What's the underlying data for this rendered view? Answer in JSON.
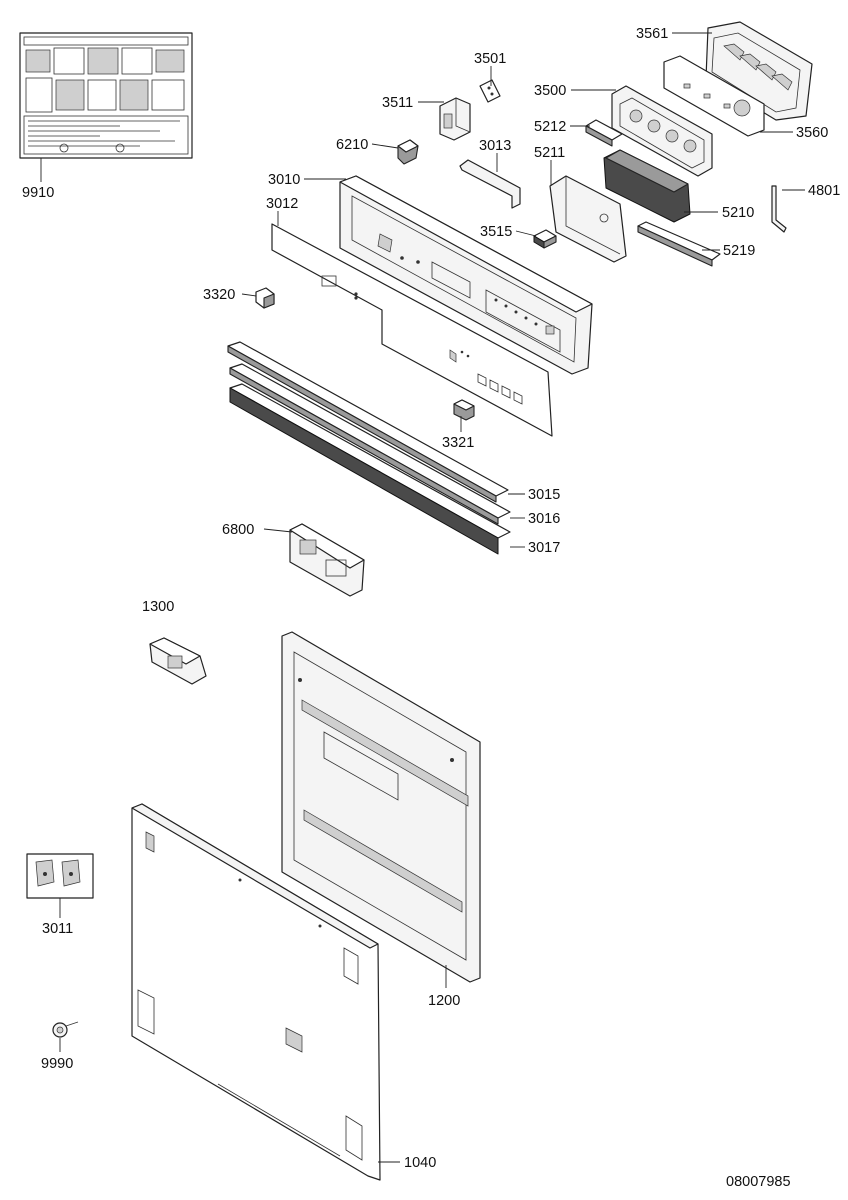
{
  "labels": {
    "p3561": "3561",
    "p3501": "3501",
    "p3511": "3511",
    "p3500": "3500",
    "p3560": "3560",
    "p5212": "5212",
    "p6210": "6210",
    "p3013": "3013",
    "p5211": "5211",
    "p4801": "4801",
    "p3010": "3010",
    "p9910": "9910",
    "p3012": "3012",
    "p5210": "5210",
    "p3515": "3515",
    "p5219": "5219",
    "p3320": "3320",
    "p3321": "3321",
    "p3015": "3015",
    "p3016": "3016",
    "p3017": "3017",
    "p6800": "6800",
    "p1300": "1300",
    "p3011": "3011",
    "p1200": "1200",
    "p9990": "9990",
    "p1040": "1040",
    "drawing_number": "08007985"
  },
  "colors": {
    "line": "#222222",
    "background": "#ffffff",
    "shade": "#9a9a9a"
  }
}
